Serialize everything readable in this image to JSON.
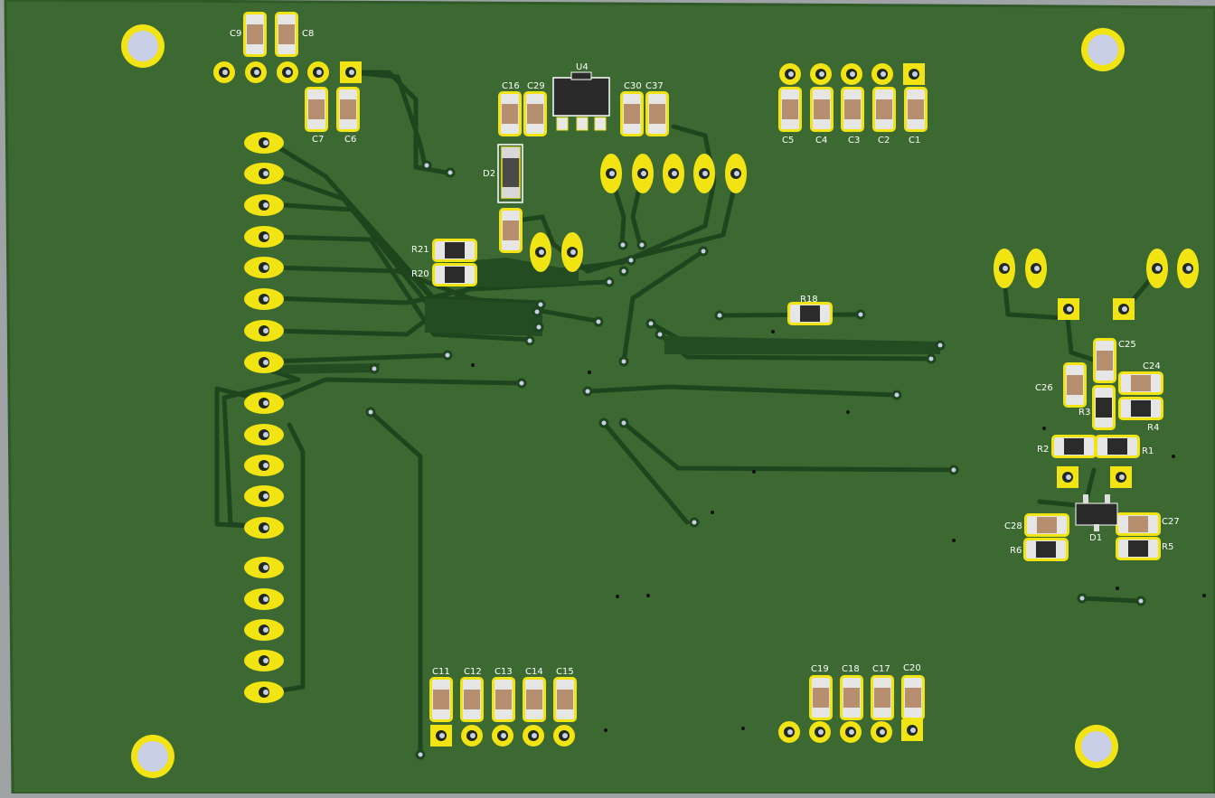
{
  "colors": {
    "board": "#3b6931",
    "board_edge": "#2f5a28",
    "trace": "#254f24",
    "trace_outline": "#1c3f1c",
    "pad": "#f2e313",
    "pad_dark": "#1f2a1d",
    "hole": "#c9cfe6",
    "silk": "#ffffff",
    "cap_body": "#b58f70",
    "res_body": "#2b2b2b",
    "ic_body": "#2a2a2a",
    "background": "#9fa3a6"
  },
  "board": {
    "labels": {
      "C9": "C9",
      "C8": "C8",
      "C7": "C7",
      "C6": "C6",
      "C16": "C16",
      "C29": "C29",
      "U4": "U4",
      "C30": "C30",
      "C37": "C37",
      "D2": "D2",
      "R21": "R21",
      "R20": "R20",
      "R18": "R18",
      "C5": "C5",
      "C4": "C4",
      "C3": "C3",
      "C2": "C2",
      "C1": "C1",
      "C25": "C25",
      "C24": "C24",
      "C26": "C26",
      "R3": "R3",
      "R4": "R4",
      "R2": "R2",
      "R1": "R1",
      "C28": "C28",
      "C27": "C27",
      "D1": "D1",
      "R6": "R6",
      "R5": "R5",
      "C11": "C11",
      "C12": "C12",
      "C13": "C13",
      "C14": "C14",
      "C15": "C15",
      "C19": "C19",
      "C18": "C18",
      "C17": "C17",
      "C20": "C20"
    }
  }
}
